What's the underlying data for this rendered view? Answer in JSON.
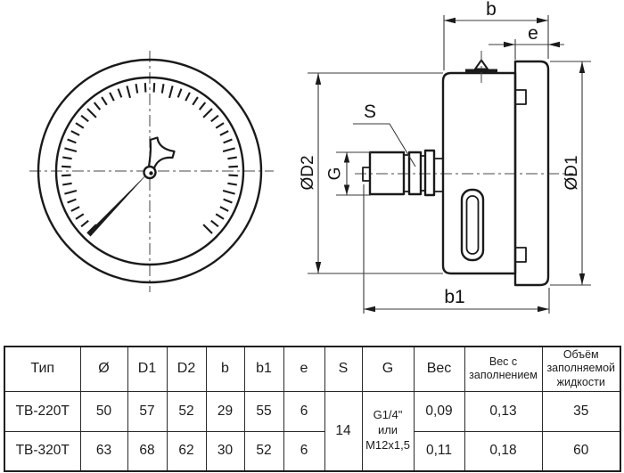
{
  "drawing": {
    "dim_b": "b",
    "dim_e": "e",
    "dim_b1": "b1",
    "dim_d1": "ØD1",
    "dim_d2": "ØD2",
    "dim_g": "G",
    "dim_s": "S"
  },
  "table": {
    "headers": [
      "Тип",
      "Ø",
      "D1",
      "D2",
      "b",
      "b1",
      "e",
      "S",
      "G",
      "Вес",
      "Вес с заполнением",
      "Объём заполняемой жидкости"
    ],
    "s_merged": "14",
    "g_merged": "G1/4\"\nили\nM12x1,5",
    "rows": [
      {
        "type": "ТВ-220Т",
        "d": "50",
        "d1": "57",
        "d2": "52",
        "b": "29",
        "b1": "55",
        "e": "6",
        "ves": "0,09",
        "ves_fill": "0,13",
        "volume": "35"
      },
      {
        "type": "ТВ-320Т",
        "d": "63",
        "d1": "68",
        "d2": "62",
        "b": "30",
        "b1": "52",
        "e": "6",
        "ves": "0,11",
        "ves_fill": "0,18",
        "volume": "60"
      }
    ]
  }
}
